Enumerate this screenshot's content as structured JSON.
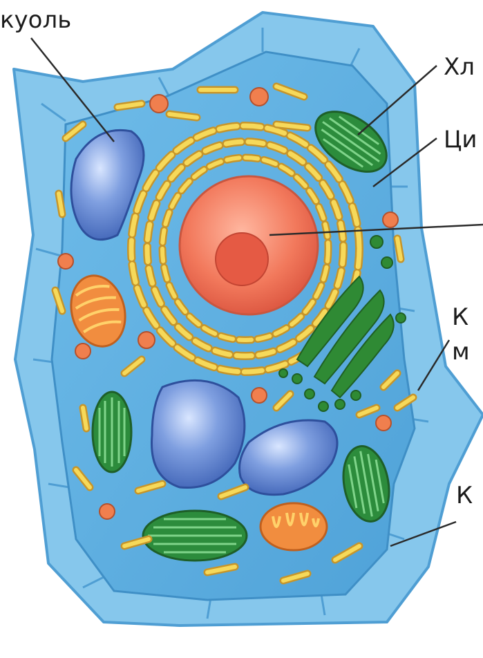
{
  "labels": {
    "vacuole": "куоль",
    "chloroplast": "Хл",
    "cytoplasm": "Ци",
    "membrane_line1": "К",
    "membrane_line2": "м",
    "cell_wall": "К"
  },
  "colors": {
    "cell_wall": "#7ec3ea",
    "cytoplasm": "#5aaee3",
    "vacuole": "#4f78c8",
    "nucleus": "#f0775a",
    "nucleolus": "#e35a47",
    "endoplasmic_reticulum": "#f2cc47",
    "chloroplast": "#2f8a3f",
    "mitochondrion": "#ee8a3c",
    "golgi_green": "#2f8a34",
    "leader_line": "#2a2a2a"
  }
}
